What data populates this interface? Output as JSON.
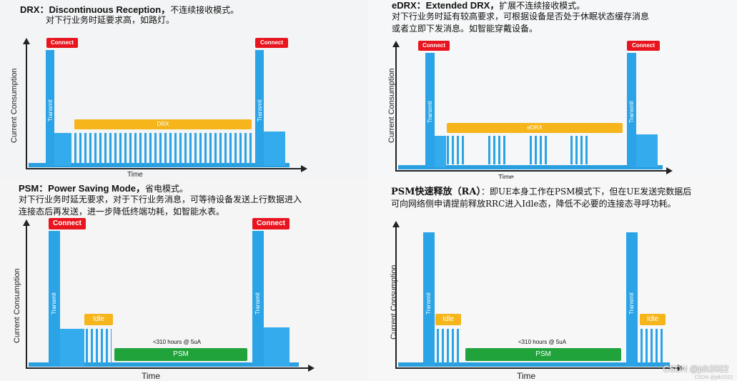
{
  "panels": {
    "drx": {
      "title_en": "DRX：Discontinuous Reception，",
      "title_zh": "不连续接收模式。",
      "desc": [
        "对下行业务时延要求高，如路灯。"
      ],
      "connect_label": "Connect",
      "transmit_label": "Transmit",
      "mode_label": "DRX",
      "ylabel": "Current Consumption",
      "xlabel": "Time"
    },
    "edrx": {
      "title_en": "eDRX：Extended DRX，",
      "title_zh": "扩展不连续接收模式。",
      "desc": [
        "对下行业务时延有较高要求，可根据设备是否处于休眠状态缓存消息",
        "或者立即下发消息。如智能穿戴设备。"
      ],
      "connect_label": "Connect",
      "transmit_label": "Transmit",
      "mode_label": "eDRX",
      "ylabel": "Current Consumption",
      "xlabel": "Time"
    },
    "psm": {
      "title_en": "PSM：Power Saving Mode，",
      "title_zh": "省电模式。",
      "desc": [
        "对下行业务时延无要求，对于下行业务消息，可等待设备发送上行数据进入",
        "连接态后再发送，进一步降低终端功耗，如智能水表。"
      ],
      "connect_label": "Connect",
      "transmit_label": "Transmit",
      "idle_label": "Idle",
      "psm_label": "PSM",
      "note": "<310 hours @ 5uA",
      "ylabel": "Current Consumption",
      "xlabel": "Time"
    },
    "ra": {
      "title_en": "PSM快速释放（RA）",
      "title_zh": "：即UE本身工作在PSM模式下，但在UE发送完数据后",
      "desc": [
        "可向网络侧申请提前释放RRC进入Idle态，降低不必要的连接态寻呼功耗。"
      ],
      "transmit_label": "Transmit",
      "idle_label": "Idle",
      "psm_label": "PSM",
      "note": "<310 hours @ 5uA",
      "ylabel": "Current Consumption",
      "xlabel": "Time"
    }
  },
  "watermark": "CSDN @jdk2022",
  "watermark_small": "CSDN @jdk2022",
  "colors": {
    "spike": "#2aa4e6",
    "connect": "#e8141e",
    "drx_bar": "#f5b51b",
    "psm_bar": "#1fa33a",
    "axis": "#222222"
  }
}
